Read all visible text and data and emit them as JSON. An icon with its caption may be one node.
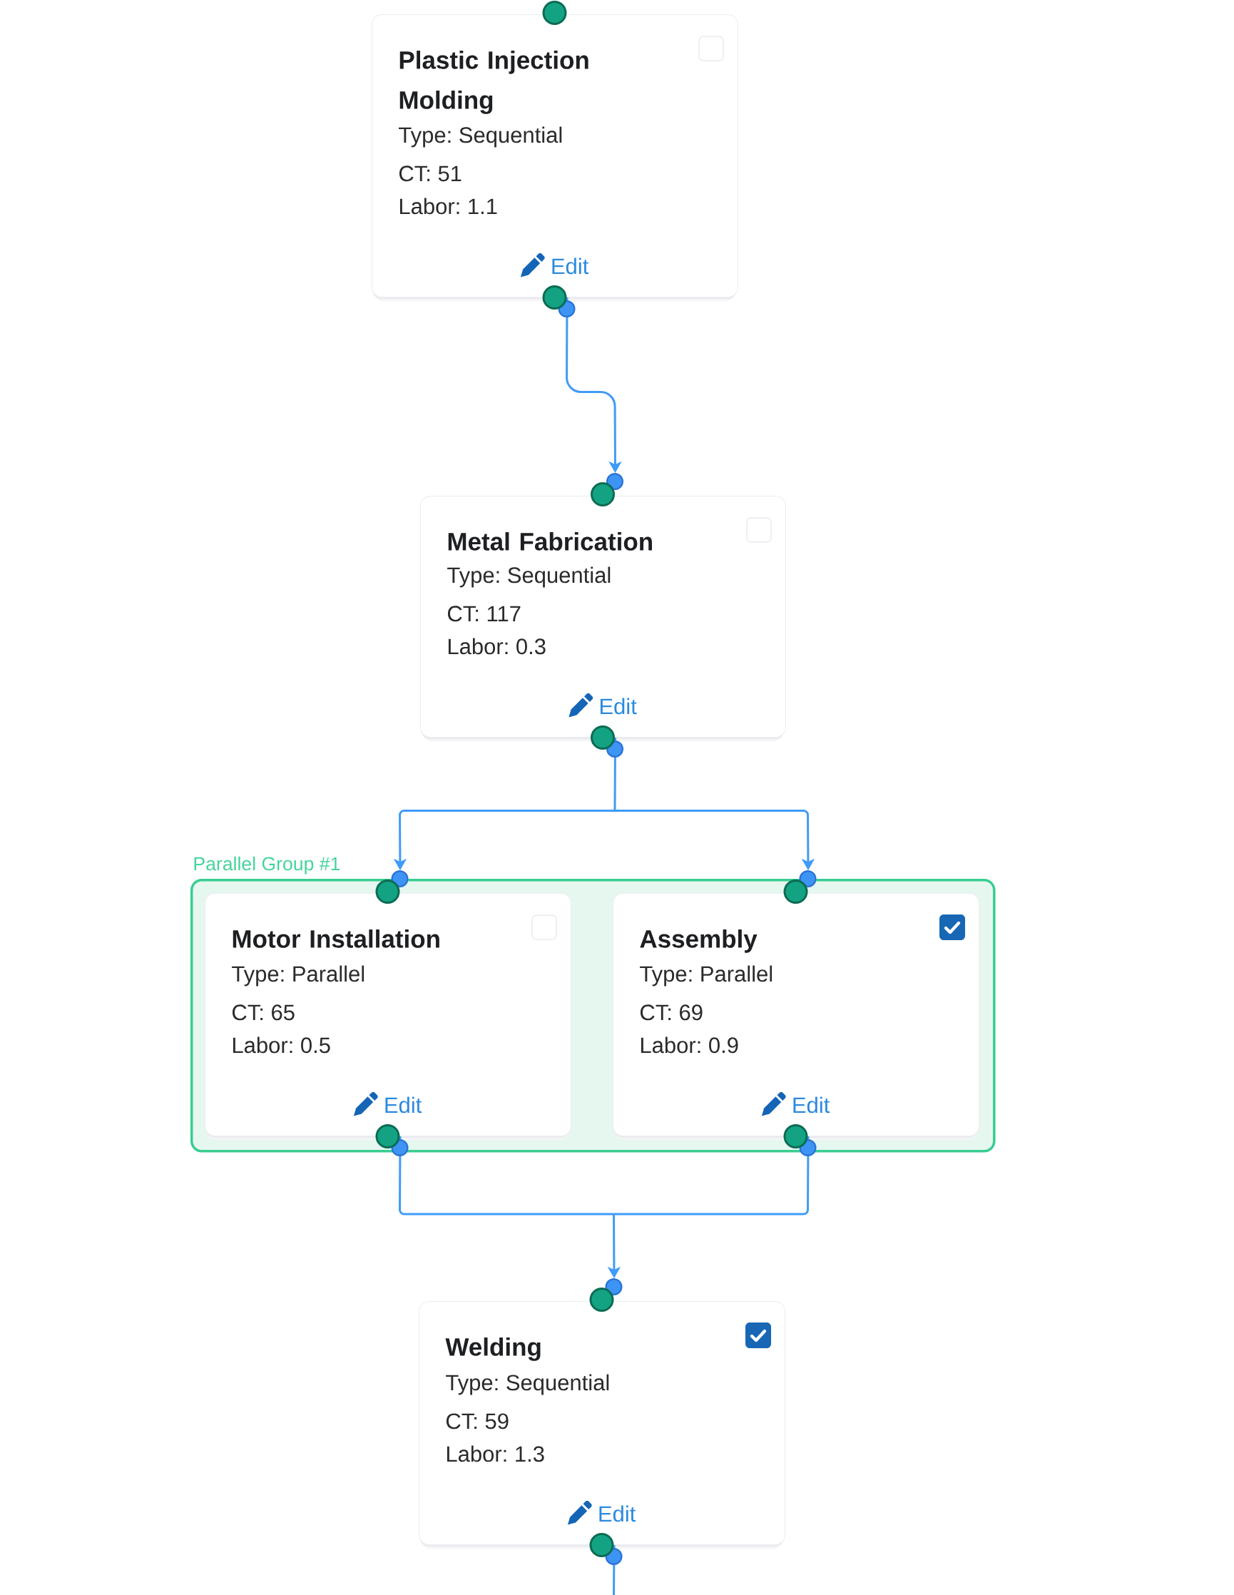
{
  "diagram": {
    "nodes": [
      {
        "text": [
          "Plastic Injection Molding",
          "Type: Sequential",
          "CT: 51",
          "Labor: 1.1",
          "Edit"
        ]
      },
      {
        "text": [
          "Metal Fabrication",
          "Type: Sequential",
          "CT: 117",
          "Labor: 0.3",
          "Edit"
        ]
      },
      {
        "text": [
          "Parallel Group #1"
        ]
      },
      {
        "text": [
          "Motor Installation",
          "Type: Parallel",
          "CT: 65",
          "Labor: 0.5",
          "Edit"
        ],
        "in": 2
      },
      {
        "text": [
          "Assembly",
          "Type: Parallel",
          "CT: 69",
          "Labor: 0.9",
          "Edit"
        ],
        "in": 2
      },
      {
        "text": [
          "Welding",
          "Type: Sequential",
          "CT: 59",
          "Labor: 1.3",
          "Edit"
        ]
      }
    ],
    "edges": [
      {
        "from": 0,
        "to": 1,
        "arrow": "to"
      },
      {
        "from": 1,
        "to": 3,
        "arrow": "to"
      },
      {
        "from": 1,
        "to": 4,
        "arrow": "to"
      },
      {
        "from": 3,
        "to": 5,
        "arrow": "to"
      },
      {
        "from": 4,
        "to": 5,
        "arrow": "to"
      },
      {
        "from": 5,
        "to": null,
        "arrow": "none"
      }
    ]
  }
}
